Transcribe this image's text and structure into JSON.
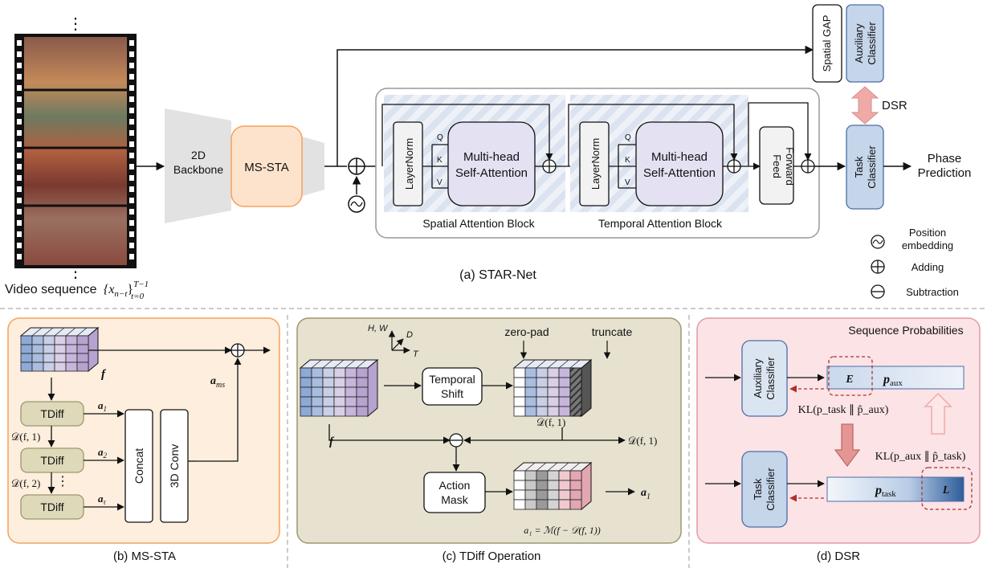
{
  "video": {
    "dots_top": "⋮",
    "dots_bottom": "⋮",
    "label": "Video sequence",
    "formula": "{x",
    "formula_sub": "n−t",
    "formula_close": "}",
    "formula_sup": "T−1",
    "formula_range": "t=0"
  },
  "panel_a": {
    "backbone_line1": "2D",
    "backbone_line2": "Backbone",
    "ms_sta": "MS-STA",
    "layernorm": "LayerNorm",
    "mhsa_line1": "Multi-head",
    "mhsa_line2": "Self-Attention",
    "q": "Q",
    "k": "K",
    "v": "V",
    "spatial_block": "Spatial Attention Block",
    "temporal_block": "Temporal Attention Block",
    "ff_line1": "Feed",
    "ff_line2": "Forward",
    "spatial_gap": "Spatial GAP",
    "aux_line1": "Auxiliary",
    "aux_line2": "Classifier",
    "dsr": "DSR",
    "task_line1": "Task",
    "task_line2": "Classifier",
    "phase_line1": "Phase",
    "phase_line2": "Prediction",
    "caption": "(a) STAR-Net"
  },
  "legend": {
    "pos_line1": "Position",
    "pos_line2": "embedding",
    "adding": "Adding",
    "subtraction": "Subtraction"
  },
  "panel_b": {
    "f": "f",
    "a_ms": "a",
    "a_ms_sub": "ms",
    "tdiff": "TDiff",
    "a1": "a",
    "a1_sub": "1",
    "a2": "a",
    "a2_sub": "2",
    "at": "a",
    "at_sub": "τ",
    "d1": "𝒟(f, 1)",
    "d2": "𝒟(f, 2)",
    "concat": "Concat",
    "conv3d": "3D Conv",
    "caption": "(b) MS-STA"
  },
  "panel_c": {
    "axis_hw": "H, W",
    "axis_d": "D",
    "axis_t": "T",
    "zero_pad": "zero-pad",
    "truncate": "truncate",
    "temporal_line1": "Temporal",
    "temporal_line2": "Shift",
    "f": "f",
    "d_f1": "𝒟(f, 1)",
    "d_f1_out": "𝒟(f, 1)",
    "action_line1": "Action",
    "action_line2": "Mask",
    "a1": "a",
    "a1_sub": "1",
    "equation": "a₁ = ℳ(f − 𝒟(f, 1))",
    "caption": "(c) TDiff Operation"
  },
  "panel_d": {
    "title": "Sequence Probabilities",
    "aux_line1": "Auxiliary",
    "aux_line2": "Classifier",
    "task_line1": "Task",
    "task_line2": "Classifier",
    "E": "E",
    "L": "L",
    "p_aux": "p",
    "p_aux_sub": "aux",
    "p_task": "p",
    "p_task_sub": "task",
    "kl1": "KL(p_task ∥ p̂_aux)",
    "kl2": "KL(p_aux ∥ p̂_task)",
    "caption": "(d) DSR"
  },
  "colors": {
    "ms_sta_fill": "#fde3cb",
    "ms_sta_stroke": "#f5a25d",
    "panel_b_bg": "#fdeedd",
    "panel_c_bg": "#e6e2cf",
    "panel_c_stroke": "#9c9770",
    "panel_d_bg": "#fbe3e6",
    "panel_d_stroke": "#e59aa4",
    "classifier_fill": "#c5d5ea",
    "classifier_stroke": "#4a6fa5",
    "tdiff_fill": "#ded9b8",
    "attention_fill": "#e4e1f3",
    "dsr_arrow": "#efaaa8"
  }
}
